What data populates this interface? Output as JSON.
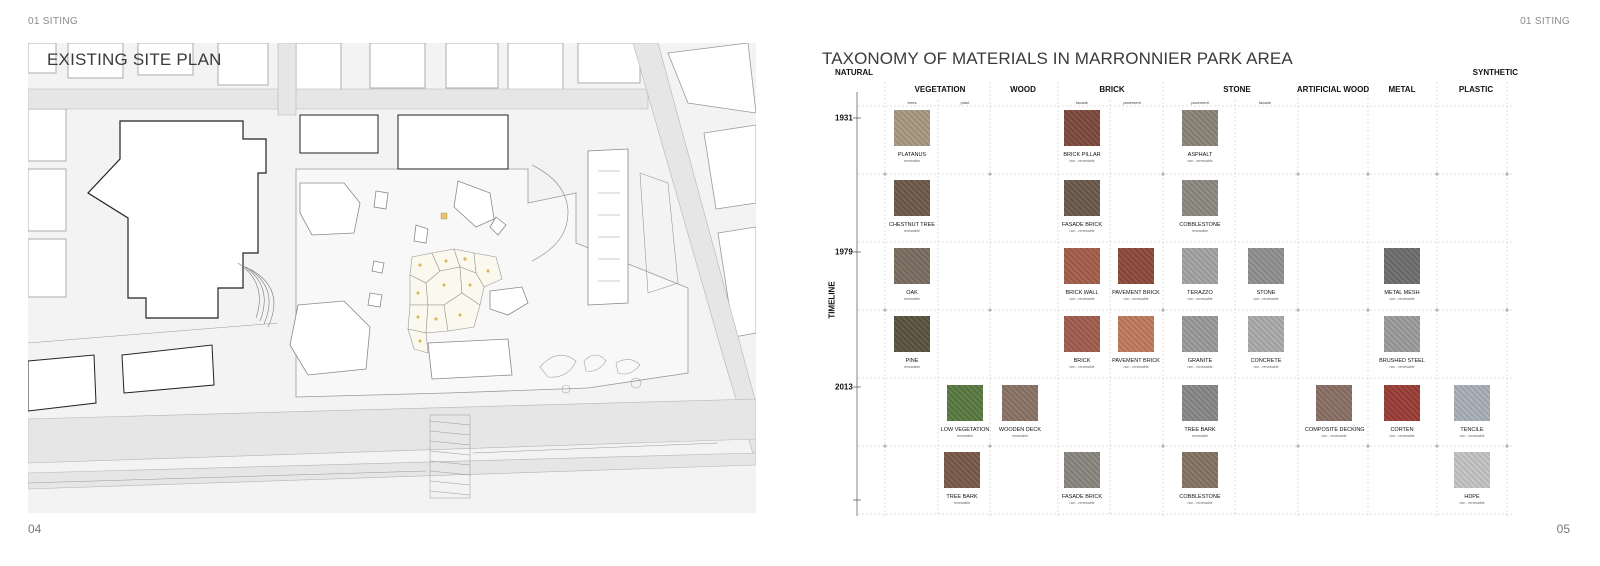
{
  "header": {
    "left": "01 SITING",
    "right": "01 SITING"
  },
  "page_numbers": {
    "left": "04",
    "right": "05"
  },
  "plan": {
    "title": "EXISTING SITE PLAN"
  },
  "taxonomy": {
    "title": "TAXONOMY OF MATERIALS IN MARRONNIER PARK AREA",
    "natural": "NATURAL",
    "synthetic": "SYNTHETIC",
    "timeline_label": "TIMELINE",
    "years": [
      "1931",
      "1979",
      "2013"
    ],
    "categories": [
      "VEGETATION",
      "WOOD",
      "BRICK",
      "STONE",
      "ARTIFICIAL WOOD",
      "METAL",
      "PLASTIC"
    ],
    "subcategories": [
      "trees",
      "plant",
      "facade",
      "pavement",
      "pavement",
      "facade"
    ],
    "materials": [
      {
        "name": "PLATANUS",
        "note": "renewable",
        "color": "#a89a80"
      },
      {
        "name": "BRICK PILLAR",
        "note": "non - renewable",
        "color": "#7e4a3e"
      },
      {
        "name": "ASPHALT",
        "note": "non - renewable",
        "color": "#8a8478"
      },
      {
        "name": "CHESTNUT TREE",
        "note": "renewable",
        "color": "#6e5a4a"
      },
      {
        "name": "FASADE BRICK",
        "note": "non - renewable",
        "color": "#6a5a4c"
      },
      {
        "name": "COBBLESTONE",
        "note": "renewable",
        "color": "#8c8a80"
      },
      {
        "name": "OAK",
        "note": "renewable",
        "color": "#7a6e62"
      },
      {
        "name": "BRICK WALL",
        "note": "non - renewable",
        "color": "#a65e4c"
      },
      {
        "name": "PAVEMENT BRICK",
        "note": "non - renewable",
        "color": "#8e4a3c"
      },
      {
        "name": "TERAZZO",
        "note": "non - renewable",
        "color": "#a4a4a4"
      },
      {
        "name": "STONE",
        "note": "non - renewable",
        "color": "#909090"
      },
      {
        "name": "METAL MESH",
        "note": "non - renewable",
        "color": "#6e6e6e"
      },
      {
        "name": "PINE",
        "note": "renewable",
        "color": "#5a5440"
      },
      {
        "name": "BRICK",
        "note": "non - renewable",
        "color": "#a25e4e"
      },
      {
        "name": "PAVEMENT BRICK",
        "note": "non - renewable",
        "color": "#c07a5e"
      },
      {
        "name": "GRANITE",
        "note": "non - renewable",
        "color": "#9a9a9a"
      },
      {
        "name": "CONCRETE",
        "note": "non - renewable",
        "color": "#ababab"
      },
      {
        "name": "BRUSHED STEEL",
        "note": "non - renewable",
        "color": "#9c9c9c"
      },
      {
        "name": "LOW VEGETATION",
        "note": "renewable",
        "color": "#5a7a42"
      },
      {
        "name": "WOODEN DECK",
        "note": "renewable",
        "color": "#8a7466"
      },
      {
        "name": "TREE BARK",
        "note": "renewable",
        "color": "#888888"
      },
      {
        "name": "COMPOSITE DECKING",
        "note": "non - renewable",
        "color": "#8a7066"
      },
      {
        "name": "CORTEN",
        "note": "non - renewable",
        "color": "#9a3e36"
      },
      {
        "name": "TENCILE",
        "note": "non - renewable",
        "color": "#a8b0b8"
      },
      {
        "name": "TREE BARK",
        "note": "renewable",
        "color": "#7a5a4a"
      },
      {
        "name": "FASADE BRICK",
        "note": "non - renewable",
        "color": "#8a8680"
      },
      {
        "name": "COBBLESTONE",
        "note": "non - renewable",
        "color": "#847462"
      },
      {
        "name": "HDPE",
        "note": "non - renewable",
        "color": "#c4c4c4"
      }
    ]
  }
}
